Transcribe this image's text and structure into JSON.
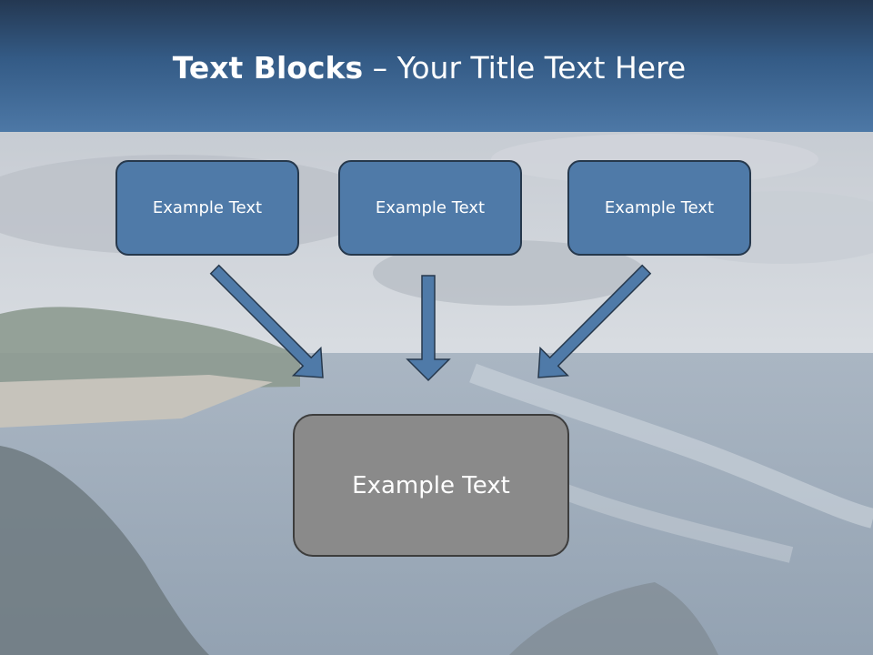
{
  "slide": {
    "title_bold": "Text Blocks",
    "title_dash": "–",
    "title_rest": "Your Title Text Here"
  },
  "blocks": {
    "top": [
      "Example Text",
      "Example Text",
      "Example Text"
    ],
    "bottom": "Example Text"
  },
  "colors": {
    "header_top": "#243852",
    "header_bottom": "#4d78a6",
    "block_fill": "#4f7aa8",
    "block_border": "#26384c",
    "arrow_fill": "#4f7aa8",
    "bottom_fill": "#8a8a8a",
    "bottom_border": "#3d3d3d"
  }
}
